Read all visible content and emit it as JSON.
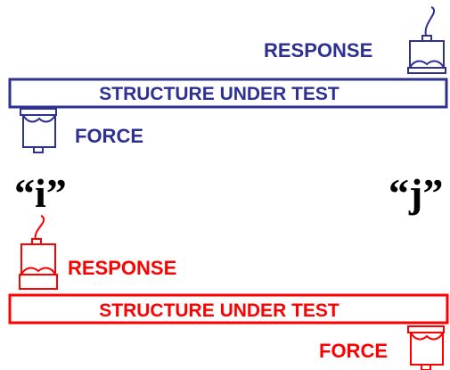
{
  "colors": {
    "top_setup": "#2e3192",
    "bottom_setup": "#ff0000",
    "quote_text": "#000000",
    "background": "#ffffff"
  },
  "top_setup": {
    "response_label": "RESPONSE",
    "structure_label": "STRUCTURE UNDER TEST",
    "force_label": "FORCE"
  },
  "points": {
    "i_label": "“i”",
    "j_label": "“j”"
  },
  "bottom_setup": {
    "response_label": "RESPONSE",
    "structure_label": "STRUCTURE UNDER TEST",
    "force_label": "FORCE"
  },
  "icons": {
    "accelerometer": "accelerometer-icon",
    "force_transducer": "force-transducer-icon"
  }
}
